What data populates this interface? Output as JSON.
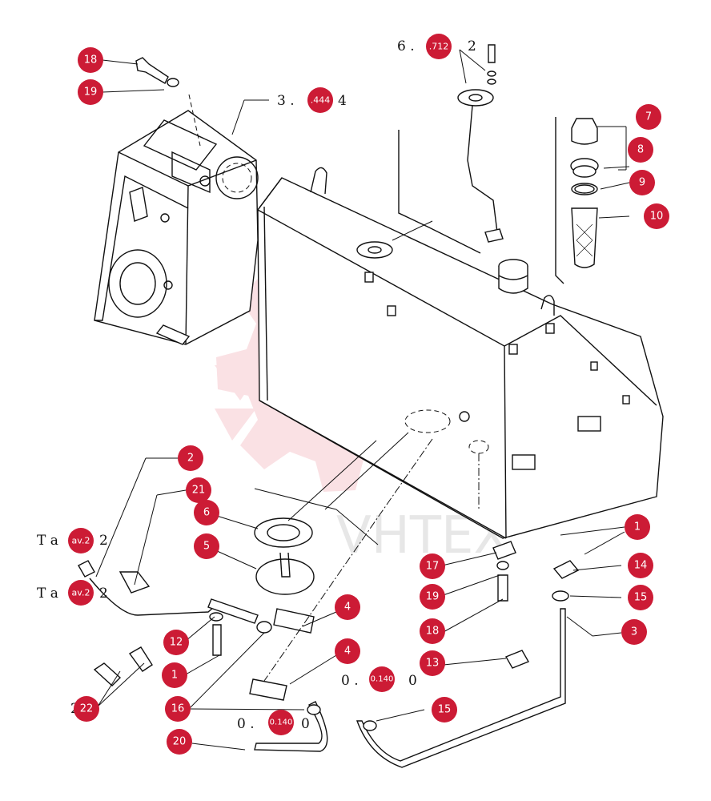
{
  "callouts": [
    {
      "id": "c-18a",
      "label": "18"
    },
    {
      "id": "c-19a",
      "label": "19"
    },
    {
      "id": "c-3444",
      "label": ".444"
    },
    {
      "id": "c-6712",
      "label": ".712"
    },
    {
      "id": "c-7",
      "label": "7"
    },
    {
      "id": "c-8",
      "label": "8"
    },
    {
      "id": "c-9",
      "label": "9"
    },
    {
      "id": "c-10",
      "label": "10"
    },
    {
      "id": "c-2",
      "label": "2"
    },
    {
      "id": "c-21",
      "label": "21"
    },
    {
      "id": "c-6",
      "label": "6"
    },
    {
      "id": "c-5",
      "label": "5"
    },
    {
      "id": "c-tav1",
      "label": "av.2"
    },
    {
      "id": "c-tav2",
      "label": "av.2"
    },
    {
      "id": "c-4a",
      "label": "4"
    },
    {
      "id": "c-4b",
      "label": "4"
    },
    {
      "id": "c-12",
      "label": "12"
    },
    {
      "id": "c-1a",
      "label": "1"
    },
    {
      "id": "c-22",
      "label": "22"
    },
    {
      "id": "c-16",
      "label": "16"
    },
    {
      "id": "c-20",
      "label": "20"
    },
    {
      "id": "c-0140a",
      "label": "0.140"
    },
    {
      "id": "c-0140b",
      "label": "0.140"
    },
    {
      "id": "c-17",
      "label": "17"
    },
    {
      "id": "c-19b",
      "label": "19"
    },
    {
      "id": "c-18b",
      "label": "18"
    },
    {
      "id": "c-13",
      "label": "13"
    },
    {
      "id": "c-15a",
      "label": "15"
    },
    {
      "id": "c-1b",
      "label": "1"
    },
    {
      "id": "c-14",
      "label": "14"
    },
    {
      "id": "c-15b",
      "label": "15"
    },
    {
      "id": "c-3",
      "label": "3"
    }
  ],
  "reference_text": {
    "ref_3444_a": "3 .",
    "ref_3444_b": "4",
    "ref_6712_a": "6 .",
    "ref_6712_b": "2",
    "ref_tav_1a": "T a",
    "ref_tav_1b": "2",
    "ref_tav_2a": "T a",
    "ref_tav_2b": "2",
    "ref_0140a_a": "0 .",
    "ref_0140a_b": "0",
    "ref_0140b_a": "0 .",
    "ref_0140b_b": "0",
    "ref_22_prefix": "2"
  },
  "watermark": {
    "text": "VHTEX"
  },
  "colors": {
    "callout": "#cc1b35",
    "line": "#111111",
    "watermark": "#f6c9cf"
  }
}
